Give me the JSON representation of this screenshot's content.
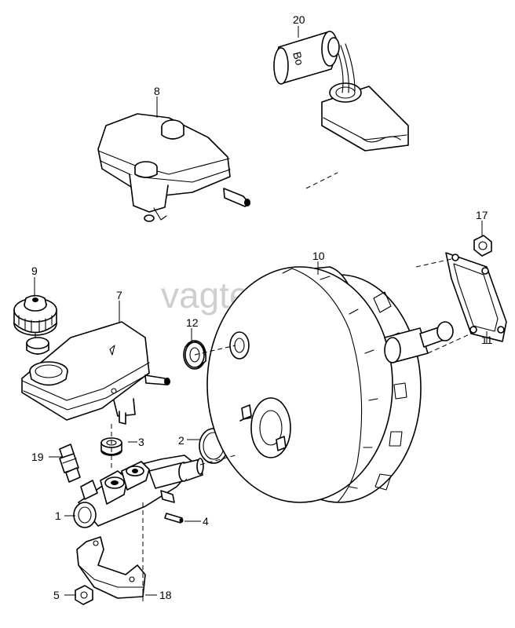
{
  "watermark": "vagtec.ru",
  "callouts": {
    "c1": "1",
    "c2": "2",
    "c3": "3",
    "c4": "4",
    "c5": "5",
    "c7": "7",
    "c8": "8",
    "c9": "9",
    "c10": "10",
    "c11": "11",
    "c12": "12",
    "c17": "17",
    "c18": "18",
    "c19": "19",
    "c20": "20"
  },
  "cap_text": "Bo"
}
